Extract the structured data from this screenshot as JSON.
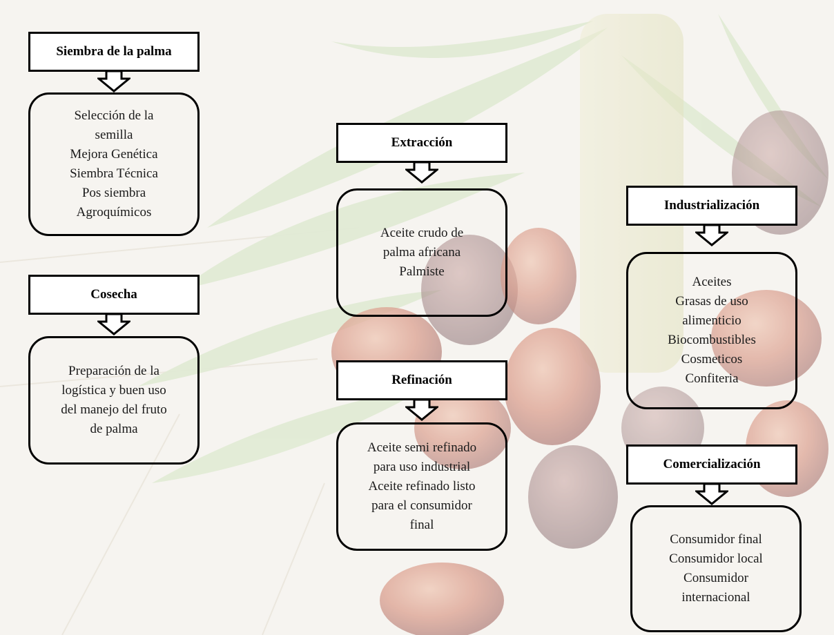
{
  "stages": [
    {
      "id": "siembra",
      "title": "Siembra de la palma",
      "lines": [
        "Selección de la",
        "semilla",
        "Mejora Genética",
        "Siembra Técnica",
        "Pos siembra",
        "Agroquímicos"
      ]
    },
    {
      "id": "cosecha",
      "title": "Cosecha",
      "lines": [
        "Preparación de la",
        "logística y buen uso",
        "del manejo del fruto",
        "de palma"
      ]
    },
    {
      "id": "extraccion",
      "title": "Extracción",
      "lines": [
        "Aceite crudo de",
        "palma africana",
        "Palmiste"
      ]
    },
    {
      "id": "refinacion",
      "title": "Refinación",
      "lines": [
        "Aceite semi refinado",
        "para uso industrial",
        "Aceite refinado listo",
        "para el consumidor",
        "final"
      ]
    },
    {
      "id": "industrializacion",
      "title": "Industrialización",
      "lines": [
        "Aceites",
        "Grasas de uso",
        "alimenticio",
        "Biocombustibles",
        "Cosmeticos",
        "Confiteria"
      ]
    },
    {
      "id": "comercializacion",
      "title": "Comercialización",
      "lines": [
        "Consumidor final",
        "Consumidor local",
        "Consumidor",
        "internacional"
      ]
    }
  ]
}
